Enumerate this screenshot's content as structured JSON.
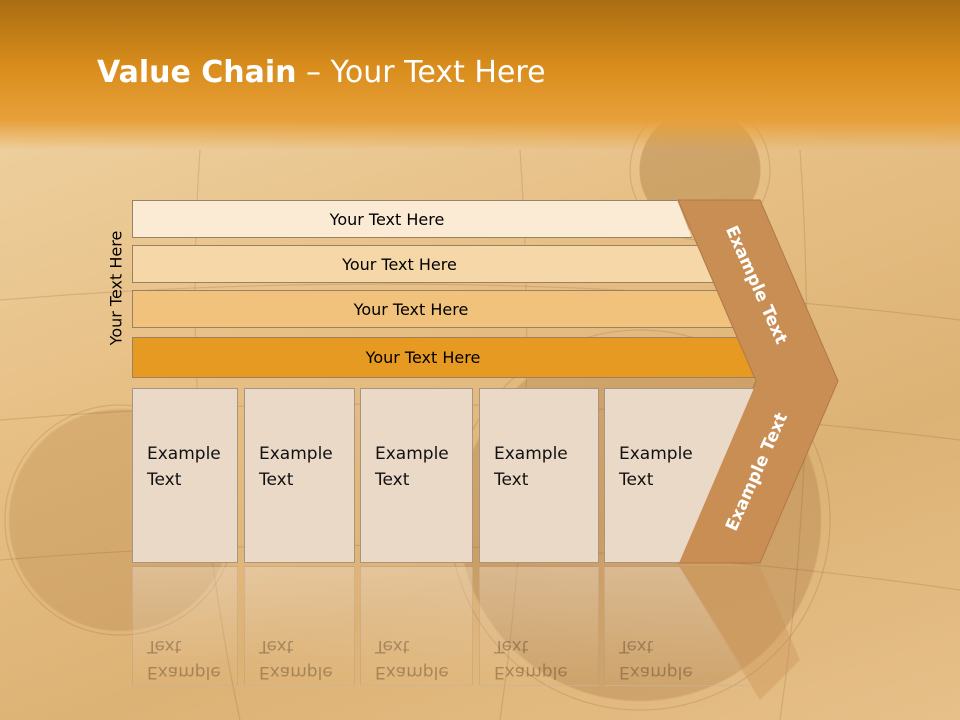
{
  "title": {
    "bold": "Value Chain",
    "rest": " – Your Text Here"
  },
  "side_label": "Your Text Here",
  "bars": [
    {
      "label": "Your Text Here",
      "color": "#fbebd5"
    },
    {
      "label": "Your Text Here",
      "color": "#f6d7a7"
    },
    {
      "label": "Your Text Here",
      "color": "#f0c27b"
    },
    {
      "label": "Your Text Here",
      "color": "#e69a22"
    }
  ],
  "cells": [
    {
      "line1": "Example",
      "line2": "Text"
    },
    {
      "line1": "Example",
      "line2": "Text"
    },
    {
      "line1": "Example",
      "line2": "Text"
    },
    {
      "line1": "Example",
      "line2": "Text"
    },
    {
      "line1": "Example",
      "line2": "Text"
    }
  ],
  "chevron": {
    "upper_text": "Example Text",
    "lower_text": "Example Text",
    "color": "#c98e54"
  },
  "colors": {
    "header": "#d98d1c",
    "cell_fill": "#ebd9c7"
  }
}
